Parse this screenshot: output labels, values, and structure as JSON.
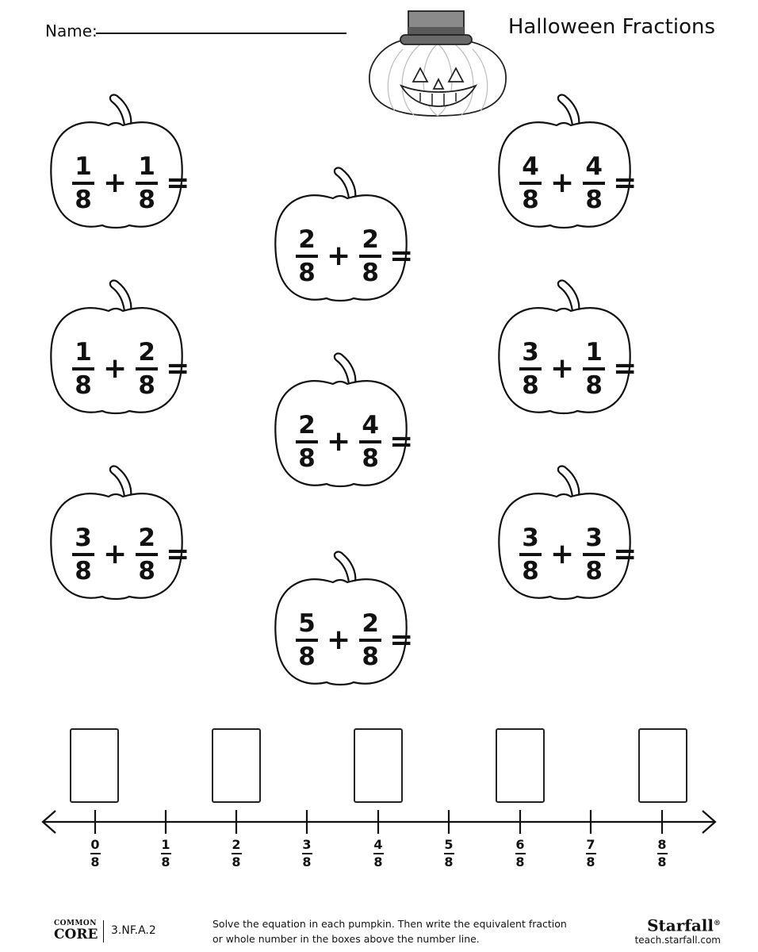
{
  "header": {
    "name_label": "Name:",
    "title": "Halloween Fractions"
  },
  "problems": [
    {
      "a_num": "1",
      "a_den": "8",
      "op": "+",
      "b_num": "1",
      "b_den": "8",
      "eq": "="
    },
    {
      "a_num": "2",
      "a_den": "8",
      "op": "+",
      "b_num": "2",
      "b_den": "8",
      "eq": "="
    },
    {
      "a_num": "4",
      "a_den": "8",
      "op": "+",
      "b_num": "4",
      "b_den": "8",
      "eq": "="
    },
    {
      "a_num": "1",
      "a_den": "8",
      "op": "+",
      "b_num": "2",
      "b_den": "8",
      "eq": "="
    },
    {
      "a_num": "2",
      "a_den": "8",
      "op": "+",
      "b_num": "4",
      "b_den": "8",
      "eq": "="
    },
    {
      "a_num": "3",
      "a_den": "8",
      "op": "+",
      "b_num": "1",
      "b_den": "8",
      "eq": "="
    },
    {
      "a_num": "3",
      "a_den": "8",
      "op": "+",
      "b_num": "2",
      "b_den": "8",
      "eq": "="
    },
    {
      "a_num": "3",
      "a_den": "8",
      "op": "+",
      "b_num": "3",
      "b_den": "8",
      "eq": "="
    },
    {
      "a_num": "5",
      "a_den": "8",
      "op": "+",
      "b_num": "2",
      "b_den": "8",
      "eq": "="
    }
  ],
  "number_line": {
    "ticks": [
      {
        "num": "0",
        "den": "8"
      },
      {
        "num": "1",
        "den": "8"
      },
      {
        "num": "2",
        "den": "8"
      },
      {
        "num": "3",
        "den": "8"
      },
      {
        "num": "4",
        "den": "8"
      },
      {
        "num": "5",
        "den": "8"
      },
      {
        "num": "6",
        "den": "8"
      },
      {
        "num": "7",
        "den": "8"
      },
      {
        "num": "8",
        "den": "8"
      }
    ],
    "answer_box_count": 5
  },
  "footer": {
    "cc_top": "COMMON",
    "cc_bottom": "CORE",
    "standard": "3.NF.A.2",
    "instructions_line1": "Solve the equation in each pumpkin. Then write the equivalent fraction",
    "instructions_line2": "or whole number in the boxes above the number line.",
    "brand": "Starfall",
    "brand_mark": "®",
    "site": "teach.starfall.com"
  }
}
